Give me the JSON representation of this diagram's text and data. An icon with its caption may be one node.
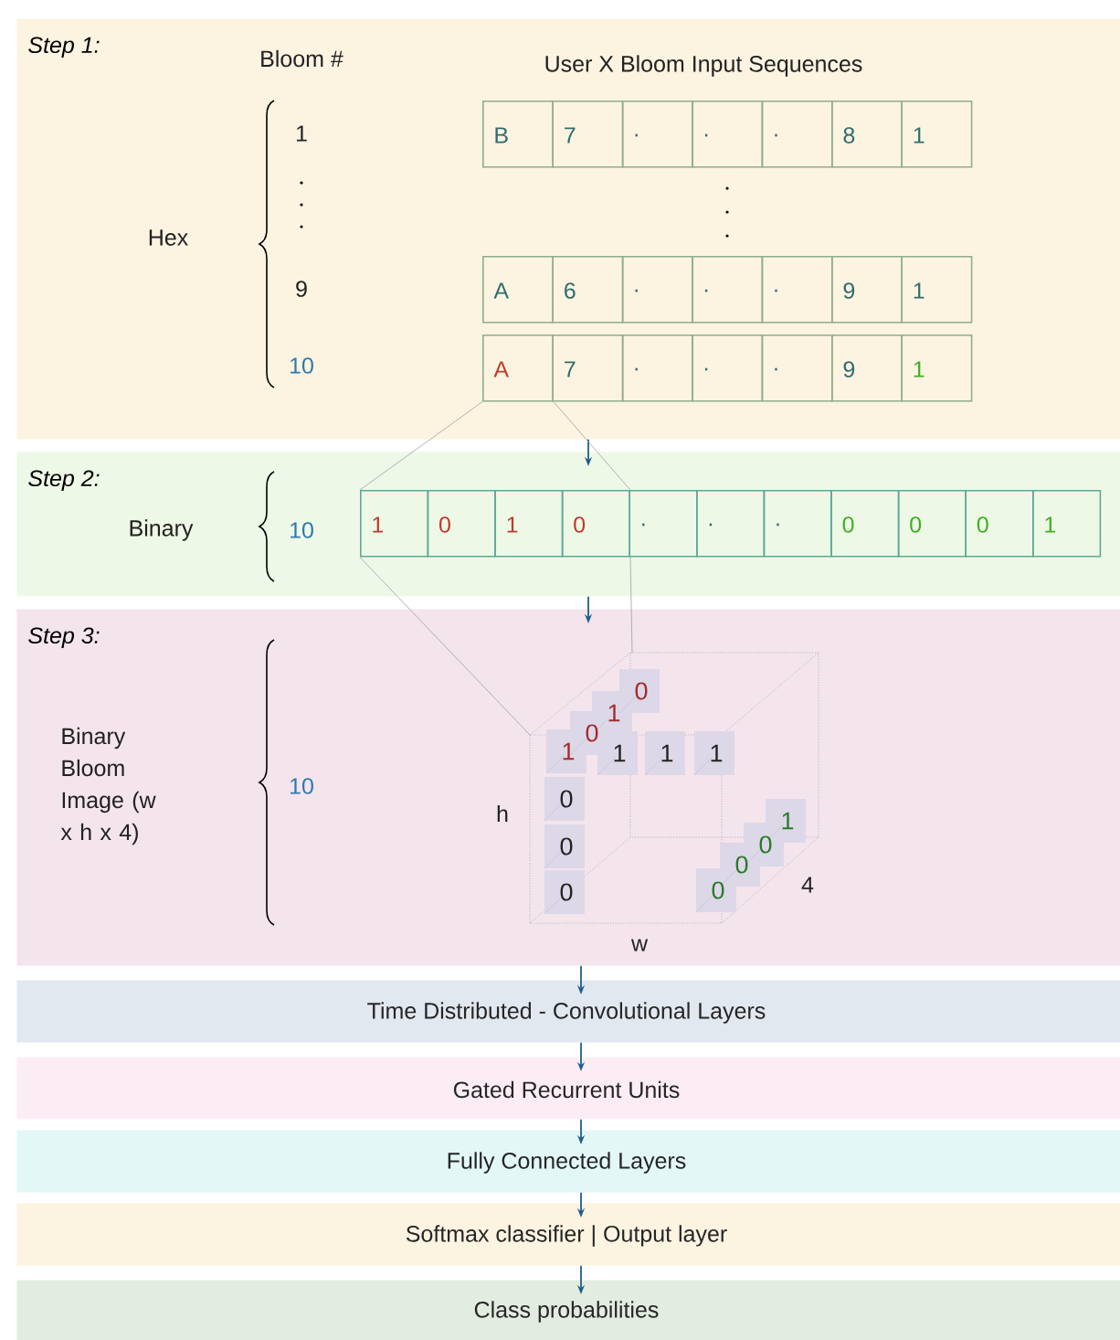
{
  "diagram": {
    "nodes": [
      {
        "text": [
          "Step 1:"
        ]
      },
      {
        "text": [
          "B"
        ],
        "in": 0
      },
      {
        "text": [
          "7"
        ],
        "in": 0
      },
      {
        "text": [
          "."
        ],
        "in": 0
      },
      {
        "text": [
          "."
        ],
        "in": 0
      },
      {
        "text": [
          "."
        ],
        "in": 0
      },
      {
        "text": [
          "8"
        ],
        "in": 0
      },
      {
        "text": [
          "1"
        ],
        "in": 0
      },
      {
        "text": [
          "A"
        ],
        "in": 0
      },
      {
        "text": [
          "6"
        ],
        "in": 0
      },
      {
        "text": [
          "."
        ],
        "in": 0
      },
      {
        "text": [
          "."
        ],
        "in": 0
      },
      {
        "text": [
          "."
        ],
        "in": 0
      },
      {
        "text": [
          "9"
        ],
        "in": 0
      },
      {
        "text": [
          "1"
        ],
        "in": 0
      },
      {
        "text": [
          "A"
        ],
        "in": 0
      },
      {
        "text": [
          "7"
        ],
        "in": 0
      },
      {
        "text": [
          "."
        ],
        "in": 0
      },
      {
        "text": [
          "."
        ],
        "in": 0
      },
      {
        "text": [
          "."
        ],
        "in": 0
      },
      {
        "text": [
          "9"
        ],
        "in": 0
      },
      {
        "text": [
          "1"
        ],
        "in": 0
      },
      {
        "text": [
          "Step 2:"
        ]
      },
      {
        "text": [
          "1"
        ],
        "in": 22
      },
      {
        "text": [
          "0"
        ],
        "in": 22
      },
      {
        "text": [
          "1"
        ],
        "in": 22
      },
      {
        "text": [
          "0"
        ],
        "in": 22
      },
      {
        "text": [
          "."
        ],
        "in": 22
      },
      {
        "text": [
          "."
        ],
        "in": 22
      },
      {
        "text": [
          "."
        ],
        "in": 22
      },
      {
        "text": [
          "0"
        ],
        "in": 22
      },
      {
        "text": [
          "0"
        ],
        "in": 22
      },
      {
        "text": [
          "0"
        ],
        "in": 22
      },
      {
        "text": [
          "1"
        ],
        "in": 22
      },
      {
        "text": [
          "Step 3:"
        ]
      },
      {
        "text": [],
        "shape": "picture",
        "in": 34
      },
      {
        "text": [
          "Time Distributed - Convolutional Layers"
        ]
      },
      {
        "text": [
          "Gated Recurrent Units"
        ]
      },
      {
        "text": [
          "Fully Connected Layers"
        ]
      },
      {
        "text": [
          "Softmax classifier | Output layer"
        ]
      },
      {
        "text": [
          "Class probabilities"
        ]
      }
    ],
    "edges": [
      {
        "from": 0,
        "to": 22,
        "arrow": "to"
      },
      {
        "from": 22,
        "to": 34,
        "arrow": "to"
      },
      {
        "from": 34,
        "to": 36,
        "arrow": "to"
      },
      {
        "from": 36,
        "to": 37,
        "arrow": "to"
      },
      {
        "from": 37,
        "to": 38,
        "arrow": "to"
      },
      {
        "from": 38,
        "to": 39,
        "arrow": "to"
      },
      {
        "from": 39,
        "to": 40,
        "arrow": "to"
      },
      {
        "from": 15,
        "to": 23,
        "arrow": "none",
        "color": "#a0a0a0"
      },
      {
        "from": 15,
        "to": 26,
        "arrow": "none",
        "color": "#a0a0a0"
      },
      {
        "from": 23,
        "to": 35,
        "arrow": "none",
        "color": "#a0a0a0"
      },
      {
        "from": 26,
        "to": 35,
        "arrow": "none",
        "color": "#a0a0a0"
      }
    ],
    "labels": [
      "Bloom #",
      "User X Bloom Input Sequences",
      "Hex",
      "1",
      "9",
      "10",
      "Binary",
      "10",
      "Binary Bloom Image (w x h x 4)",
      "10",
      "0",
      "1",
      "0",
      "1",
      "1",
      "1",
      "1",
      "0",
      "h",
      "1",
      "0",
      "0",
      "0",
      "4",
      "0",
      "0",
      "w"
    ]
  }
}
